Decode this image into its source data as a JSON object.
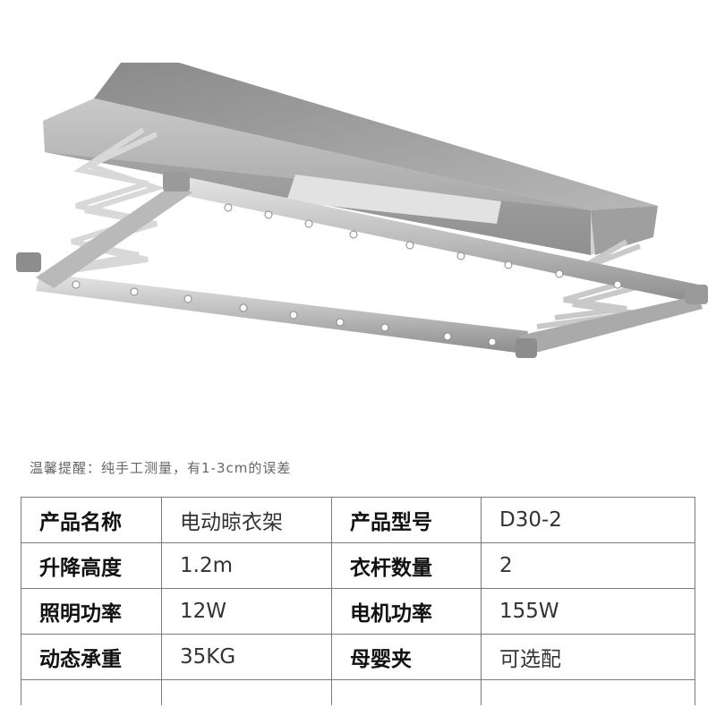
{
  "note": "温馨提醒：纯手工测量，有1-3cm的误差",
  "specs": [
    {
      "label1": "产品名称",
      "value1": "电动晾衣架",
      "label2": "产品型号",
      "value2": "D30-2"
    },
    {
      "label1": "升降高度",
      "value1": "1.2m",
      "label2": "衣杆数量",
      "value2": "2"
    },
    {
      "label1": "照明功率",
      "value1": "12W",
      "label2": "电机功率",
      "value2": "155W"
    },
    {
      "label1": "动态承重",
      "value1": "35KG",
      "label2": "母婴夹",
      "value2": "可选配"
    }
  ]
}
